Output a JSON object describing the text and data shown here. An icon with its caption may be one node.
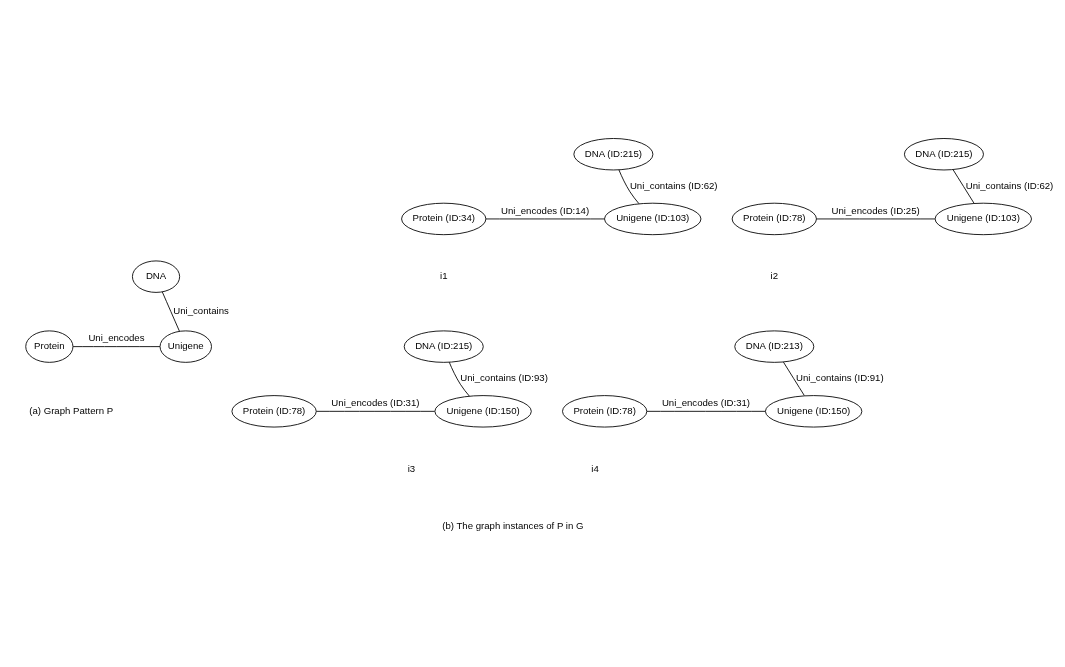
{
  "diagram": {
    "nodes": [
      {
        "text": [
          "DNA"
        ]
      },
      {
        "text": [
          "Protein"
        ]
      },
      {
        "text": [
          "Unigene"
        ]
      },
      {
        "text": [
          "DNA (ID:215)"
        ]
      },
      {
        "text": [
          "Protein (ID:34)"
        ]
      },
      {
        "text": [
          "Unigene (ID:103)"
        ]
      },
      {
        "text": [
          "DNA (ID:215)"
        ]
      },
      {
        "text": [
          "Protein (ID:78)"
        ]
      },
      {
        "text": [
          "Unigene (ID:103)"
        ]
      },
      {
        "text": [
          "DNA (ID:215)"
        ]
      },
      {
        "text": [
          "Protein (ID:78)"
        ]
      },
      {
        "text": [
          "Unigene (ID:150)"
        ]
      },
      {
        "text": [
          "DNA (ID:213)"
        ]
      },
      {
        "text": [
          "Protein (ID:78)"
        ]
      },
      {
        "text": [
          "Unigene (ID:150)"
        ]
      }
    ],
    "edges": [
      {
        "from": 0,
        "to": 2,
        "arrow": "none",
        "label": "Uni_contains"
      },
      {
        "from": 1,
        "to": 2,
        "arrow": "none",
        "label": "Uni_encodes"
      },
      {
        "from": 3,
        "to": 5,
        "arrow": "none",
        "label": "Uni_contains (ID:62)"
      },
      {
        "from": 4,
        "to": 5,
        "arrow": "none",
        "label": "Uni_encodes (ID:14)"
      },
      {
        "from": 6,
        "to": 8,
        "arrow": "none",
        "label": "Uni_contains (ID:62)"
      },
      {
        "from": 7,
        "to": 8,
        "arrow": "none",
        "label": "Uni_encodes (ID:25)"
      },
      {
        "from": 9,
        "to": 11,
        "arrow": "none",
        "label": "Uni_contains (ID:93)"
      },
      {
        "from": 10,
        "to": 11,
        "arrow": "none",
        "label": "Uni_encodes (ID:31)"
      },
      {
        "from": 12,
        "to": 14,
        "arrow": "none",
        "label": "Uni_contains (ID:91)"
      },
      {
        "from": 13,
        "to": 14,
        "arrow": "none",
        "label": "Uni_encodes (ID:31)"
      }
    ],
    "labels": [
      "(a) Graph Pattern P",
      "i1",
      "i2",
      "i3",
      "i4",
      "(b) The graph instances of P in G"
    ]
  }
}
